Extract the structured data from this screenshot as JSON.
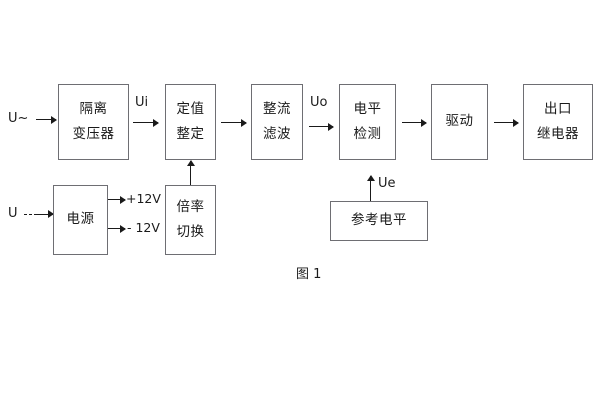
{
  "figure": {
    "caption": "图 1",
    "background_color": "#ffffff",
    "box_border_color": "#6e6e73",
    "line_color": "#1a1a1a"
  },
  "inputs": [
    {
      "id": "u-ac",
      "label": "U~",
      "line_style": "solid"
    },
    {
      "id": "u-dc",
      "label": "U",
      "line_style": "dashed"
    }
  ],
  "main_chain": [
    {
      "id": "isolation-transformer",
      "lines": [
        "隔离",
        "变压器"
      ]
    },
    {
      "id": "setting-value",
      "lines": [
        "定值",
        "整定"
      ]
    },
    {
      "id": "rectify-filter",
      "lines": [
        "整流",
        "滤波"
      ]
    },
    {
      "id": "level-detection",
      "lines": [
        "电平",
        "检测"
      ]
    },
    {
      "id": "drive",
      "lines": [
        "驱动"
      ]
    },
    {
      "id": "output-relay",
      "lines": [
        "出口",
        "继电器"
      ]
    }
  ],
  "lower_blocks": [
    {
      "id": "power-supply",
      "lines": [
        "电源"
      ]
    },
    {
      "id": "multiplier-switch",
      "lines": [
        "倍率",
        "切换"
      ]
    },
    {
      "id": "reference-level",
      "lines": [
        "参考电平"
      ]
    }
  ],
  "signal_labels": {
    "ui": "Ui",
    "uo": "Uo",
    "ue": "Ue",
    "plus12": "+12V",
    "minus12": "- 12V"
  }
}
